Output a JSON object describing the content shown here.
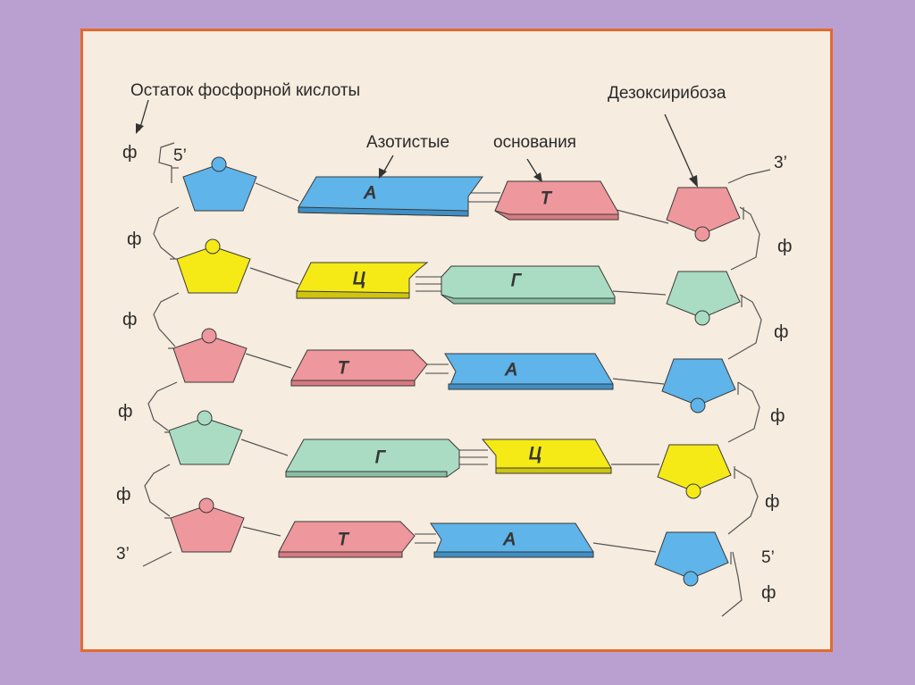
{
  "labels": {
    "phosphate": "Остаток фосфорной кислоты",
    "deoxyribose": "Дезоксирибоза",
    "nitrogenous": "Азотистые",
    "bases": "основания"
  },
  "ends": {
    "left_top": "5’",
    "right_top": "3’",
    "left_bottom": "3’",
    "right_bottom": "5’"
  },
  "phosphate_symbol": "ф",
  "colors": {
    "background": "#b9a0d0",
    "frame_fill": "#f6ecdf",
    "frame_border": "#e36a2e",
    "blue": "#5fb4ea",
    "yellow": "#f5ea16",
    "pink": "#ee979c",
    "green": "#a9dcc3"
  },
  "base_pairs": [
    {
      "left": "А",
      "right": "Т",
      "left_color": "blue",
      "right_color": "pink"
    },
    {
      "left": "Ц",
      "right": "Г",
      "left_color": "yellow",
      "right_color": "green"
    },
    {
      "left": "Т",
      "right": "А",
      "left_color": "pink",
      "right_color": "blue"
    },
    {
      "left": "Г",
      "right": "Ц",
      "left_color": "green",
      "right_color": "yellow"
    },
    {
      "left": "Т",
      "right": "А",
      "left_color": "pink",
      "right_color": "blue"
    }
  ]
}
